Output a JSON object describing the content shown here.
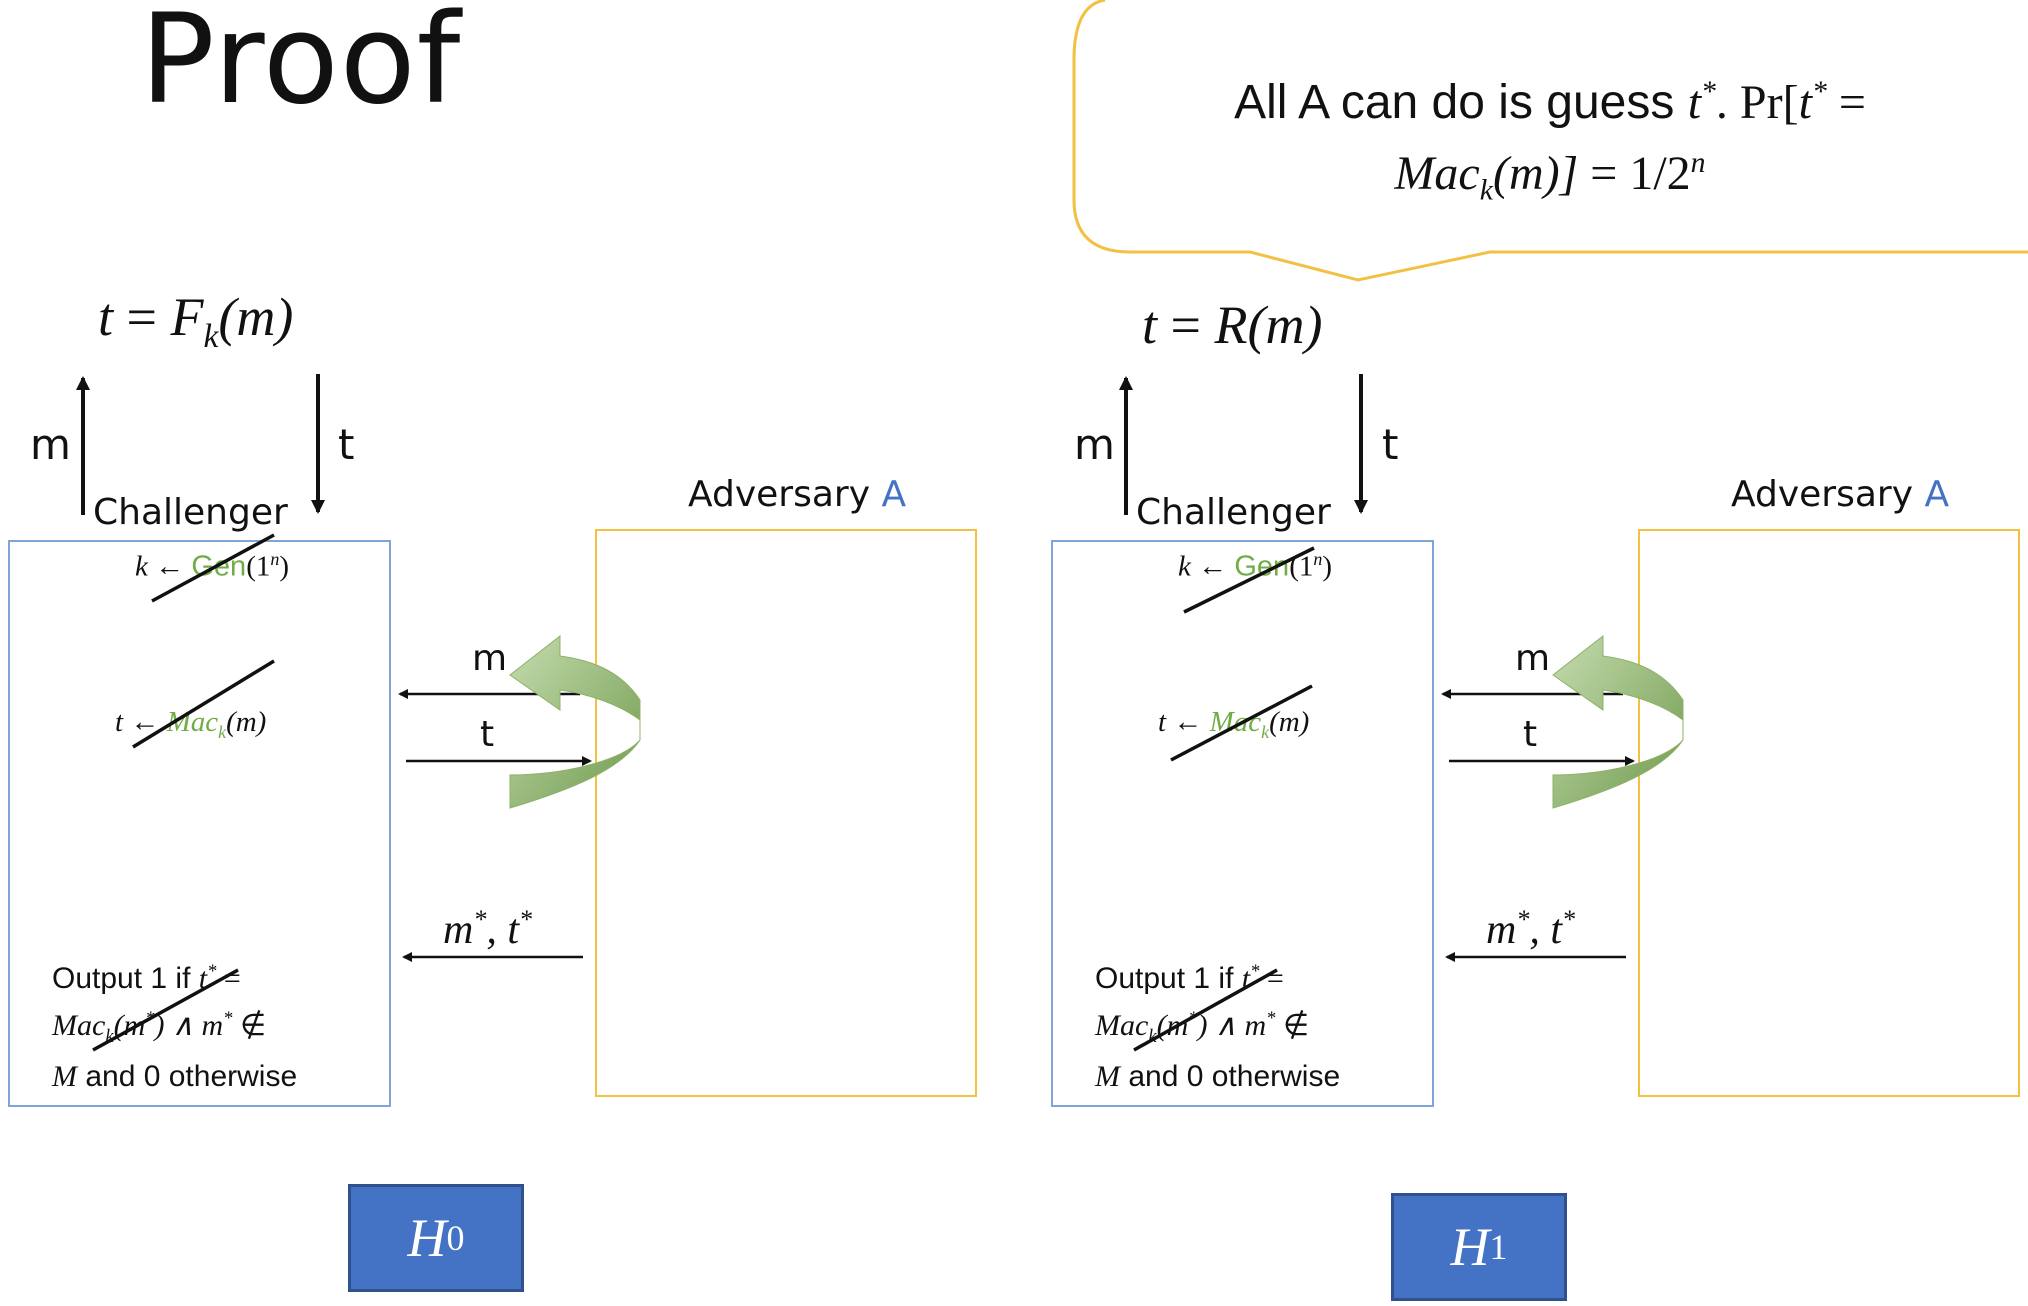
{
  "title": "Proof",
  "callout": {
    "prefix": "All A can do is guess ",
    "t_star": "t",
    "middle": ". Pr[",
    "equals": " = ",
    "mac": "Mac",
    "sub_k": "k",
    "arg": "(m)]",
    "rhs": " = 1/2",
    "exp_n": "n",
    "star": "*"
  },
  "hybrids": [
    {
      "equation_lhs": "t",
      "equation_eq": " = ",
      "equation_rhs_main": "F",
      "equation_rhs_sub": "k",
      "equation_rhs_arg": "(m)",
      "up_label": "m",
      "down_label": "t",
      "challenger_label": "Challenger",
      "adversary_label": "Adversary ",
      "adversary_letter": "A",
      "gen_k": "k",
      "gen_arrow": " ← ",
      "gen_name": "Gen",
      "gen_arg": "(1",
      "gen_exp": "n",
      "gen_close": ")",
      "mac_t": "t",
      "mac_arrow": " ← ",
      "mac_name": "Mac",
      "mac_sub": "k",
      "mac_arg": "(m)",
      "query_m": "m",
      "query_t": "t",
      "forge": "m",
      "forge_t": ", t",
      "star": "*",
      "out_line1_prefix": "Output 1 if ",
      "out_t": "t",
      "out_eq": " =",
      "out_mac": "Mac",
      "out_sub": "k",
      "out_arg_open": "(m",
      "out_arg_close": ") ∧ m",
      "out_notin": " ∉",
      "out_M": "M",
      "out_line3": " and 0 otherwise",
      "hybrid_name": "H",
      "hybrid_sub": "0"
    },
    {
      "equation_lhs": "t",
      "equation_eq": " = ",
      "equation_rhs_main": "R",
      "equation_rhs_sub": "",
      "equation_rhs_arg": "(m)",
      "up_label": "m",
      "down_label": "t",
      "challenger_label": "Challenger",
      "adversary_label": "Adversary ",
      "adversary_letter": "A",
      "gen_k": "k",
      "gen_arrow": " ← ",
      "gen_name": "Gen",
      "gen_arg": "(1",
      "gen_exp": "n",
      "gen_close": ")",
      "mac_t": "t",
      "mac_arrow": " ← ",
      "mac_name": "Mac",
      "mac_sub": "k",
      "mac_arg": "(m)",
      "query_m": "m",
      "query_t": "t",
      "forge": "m",
      "forge_t": ", t",
      "star": "*",
      "out_line1_prefix": "Output 1 if ",
      "out_t": "t",
      "out_eq": " =",
      "out_mac": "Mac",
      "out_sub": "k",
      "out_arg_open": "(m",
      "out_arg_close": ") ∧ m",
      "out_notin": " ∉",
      "out_M": "M",
      "out_line3": " and 0 otherwise",
      "hybrid_name": "H",
      "hybrid_sub": "1"
    }
  ],
  "colors": {
    "challenger_border": "#7fa5d8",
    "adversary_border": "#f2c144",
    "gen_mac_green": "#70ad47",
    "adversary_blue": "#4472c4",
    "hybrid_fill": "#4472c4",
    "callout_border": "#f2c144",
    "curved_arrow": "#8fb069"
  }
}
